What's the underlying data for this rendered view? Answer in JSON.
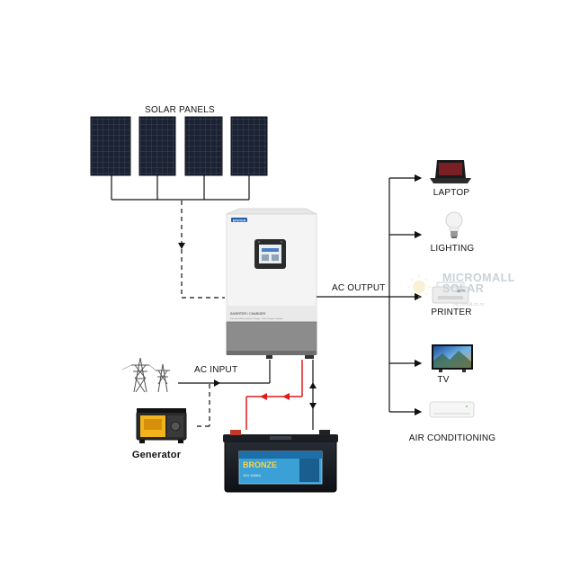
{
  "labels": {
    "solar_panels": "SOLAR PANELS",
    "ac_output": "AC OUTPUT",
    "ac_input": "AC INPUT",
    "generator": "Generator",
    "laptop": "LAPTOP",
    "lighting": "LIGHTING",
    "printer": "PRINTER",
    "tv": "TV",
    "air_conditioning": "AIR CONDITIONING"
  },
  "inverter": {
    "brand": "EPEVER",
    "label": "INVERTER / CHARGER",
    "sublabel": "Pure Sine Wave Inverter / Charger · Solar Charge Controller"
  },
  "battery": {
    "brand": "BRONZE",
    "spec": "12V 100Ah"
  },
  "watermark": {
    "line1": "MICROMALL",
    "line2": "SOLAR",
    "url": "micromall.co.nz"
  },
  "colors": {
    "dc_line": "#e01b1b",
    "wire": "#111111",
    "panel": "#1b2232",
    "inverter_body": "#f2f2f2",
    "inverter_base": "#8c8c8c",
    "battery_accent": "#3aa0d6"
  }
}
